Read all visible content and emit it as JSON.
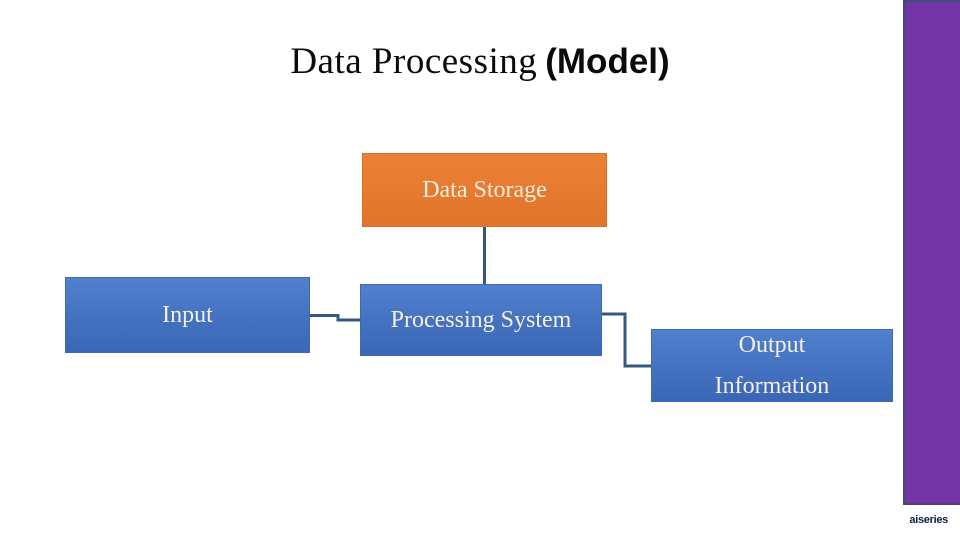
{
  "slide": {
    "title": {
      "main": "Data Processing",
      "emphasis": "(Model)"
    },
    "nodes": {
      "data_storage": {
        "label": "Data Storage"
      },
      "input": {
        "label": "Input"
      },
      "processing_system": {
        "label": "Processing System"
      },
      "output_information": {
        "line1": "Output",
        "line2": "Information"
      }
    },
    "connectors": [
      {
        "from": "data_storage",
        "to": "processing_system",
        "shape": "straight-vertical"
      },
      {
        "from": "input",
        "to": "processing_system",
        "shape": "z-elbow"
      },
      {
        "from": "processing_system",
        "to": "output_information",
        "shape": "z-elbow"
      }
    ],
    "watermark": "aiseries",
    "colors": {
      "storage_fill": "#e8792e",
      "storage_border": "#db6f28",
      "blue_fill_top": "#5080ce",
      "blue_fill_bottom": "#3a66b6",
      "blue_border": "#3e6ab3",
      "connector_line": "#36587f",
      "accent_bar": "#7334a5",
      "accent_bar_border": "#3e4e7c",
      "box_text": "#f5efdd",
      "title_text": "#0b0b0b",
      "watermark_text": "#0a2240",
      "background": "#ffffff"
    }
  }
}
